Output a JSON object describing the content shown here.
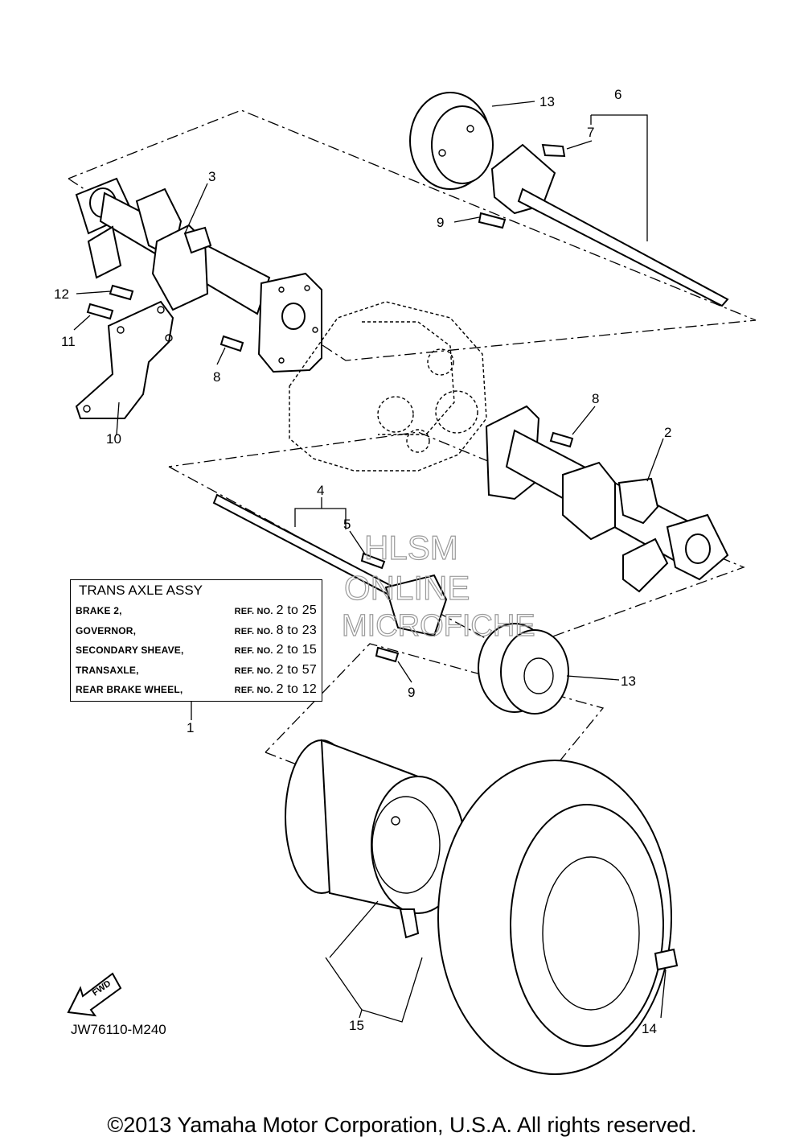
{
  "info_box": {
    "title": "TRANS AXLE ASSY",
    "rows": [
      {
        "name": "BRAKE 2,",
        "ref_label": "REF. NO.",
        "range": "2 to 25"
      },
      {
        "name": "GOVERNOR,",
        "ref_label": "REF. NO.",
        "range": "8 to 23"
      },
      {
        "name": "SECONDARY SHEAVE,",
        "ref_label": "REF. NO.",
        "range": "2 to 15"
      },
      {
        "name": "TRANSAXLE,",
        "ref_label": "REF. NO.",
        "range": "2 to 57"
      },
      {
        "name": "REAR BRAKE WHEEL,",
        "ref_label": "REF. NO.",
        "range": "2 to 12"
      }
    ]
  },
  "callouts": {
    "n1": "1",
    "n2": "2",
    "n3": "3",
    "n4": "4",
    "n5": "5",
    "n6": "6",
    "n7": "7",
    "n8a": "8",
    "n8b": "8",
    "n9a": "9",
    "n9b": "9",
    "n10": "10",
    "n11": "11",
    "n12": "12",
    "n13a": "13",
    "n13b": "13",
    "n14": "14",
    "n15": "15"
  },
  "fwd_label": "FWD",
  "watermark": [
    "HLSM",
    "ONLINE",
    "MICROFICHE"
  ],
  "diagram_code": "JW76110-M240",
  "copyright": "©2013 Yamaha Motor Corporation, U.S.A. All rights reserved."
}
